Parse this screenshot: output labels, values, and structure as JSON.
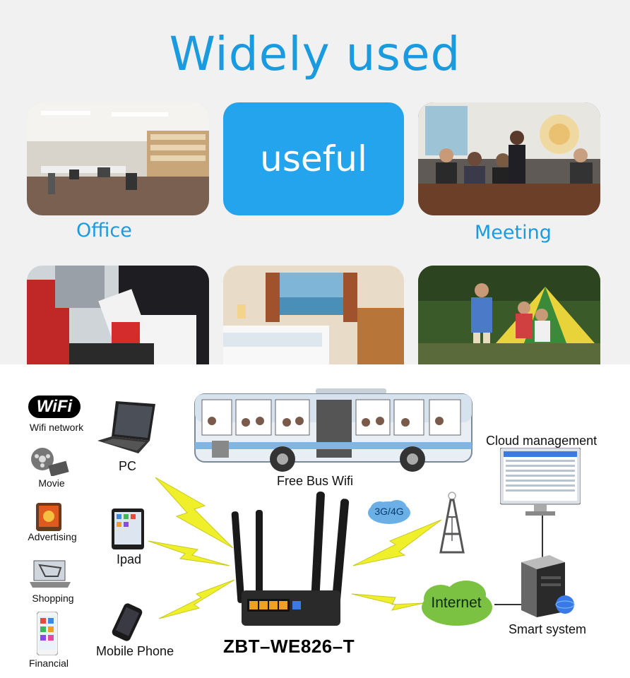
{
  "header": {
    "title": "Widely used"
  },
  "center_tile": {
    "label": "useful"
  },
  "captions": {
    "office": "Office",
    "meeting": "Meeting"
  },
  "diagram": {
    "wifi_logo": "WiFi",
    "side_items": [
      {
        "label": "Wifi network",
        "icon": "wifi-logo-icon"
      },
      {
        "label": "Movie",
        "icon": "film-reel-icon"
      },
      {
        "label": "Advertising",
        "icon": "phone-ad-icon"
      },
      {
        "label": "Shopping",
        "icon": "cart-laptop-icon"
      },
      {
        "label": "Financial",
        "icon": "phone-app-icon"
      }
    ],
    "devices": {
      "pc": "PC",
      "ipad": "Ipad",
      "mobile": "Mobile Phone"
    },
    "bus": "Free Bus Wifi",
    "cloud": "Cloud management",
    "network": "3G/4G",
    "internet": "Internet",
    "smart": "Smart  system",
    "model": "ZBT–WE826–T"
  },
  "colors": {
    "accent": "#1a9be0",
    "tile_blue": "#23a4ec",
    "bolt": "#f0f02a",
    "cloud_green": "#7bc142"
  }
}
